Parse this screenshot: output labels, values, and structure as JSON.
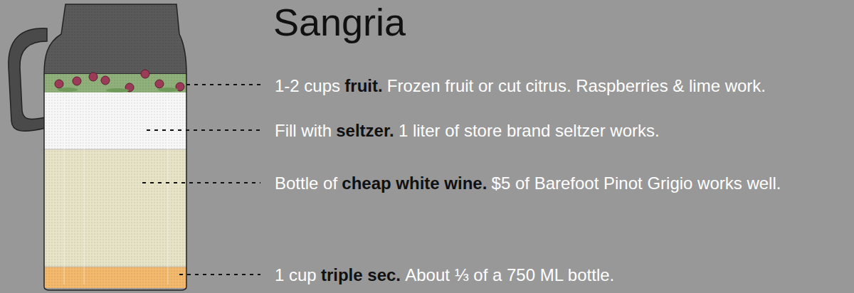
{
  "diagram": {
    "title": "Sangria",
    "labels": [
      "1-2 cups",
      "fruit.",
      "Frozen fruit or cut citrus. Raspberries & lime work.",
      "Fill with",
      "seltzer.",
      "1 liter of store brand seltzer works.",
      "Bottle of",
      "cheap white wine.",
      "$5 of Barefoot Pinot Grigio works well.",
      "1 cup",
      "triple sec.",
      "About ⅓ of a 750 ML bottle."
    ]
  }
}
